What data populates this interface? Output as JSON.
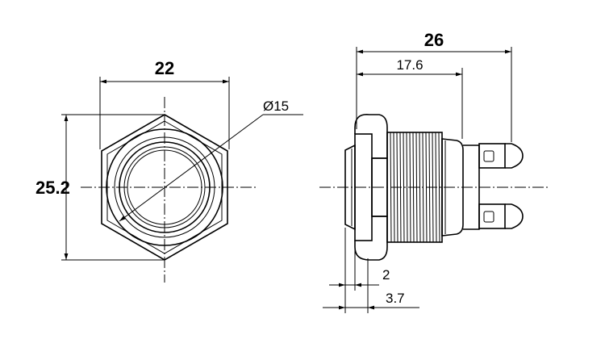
{
  "front_view": {
    "width_dim": "22",
    "height_dim": "25.2",
    "diameter_dim": "Ø15"
  },
  "side_view": {
    "total_length_dim": "26",
    "body_length_dim": "17.6",
    "flange_dim": "2",
    "head_dim": "3.7"
  }
}
